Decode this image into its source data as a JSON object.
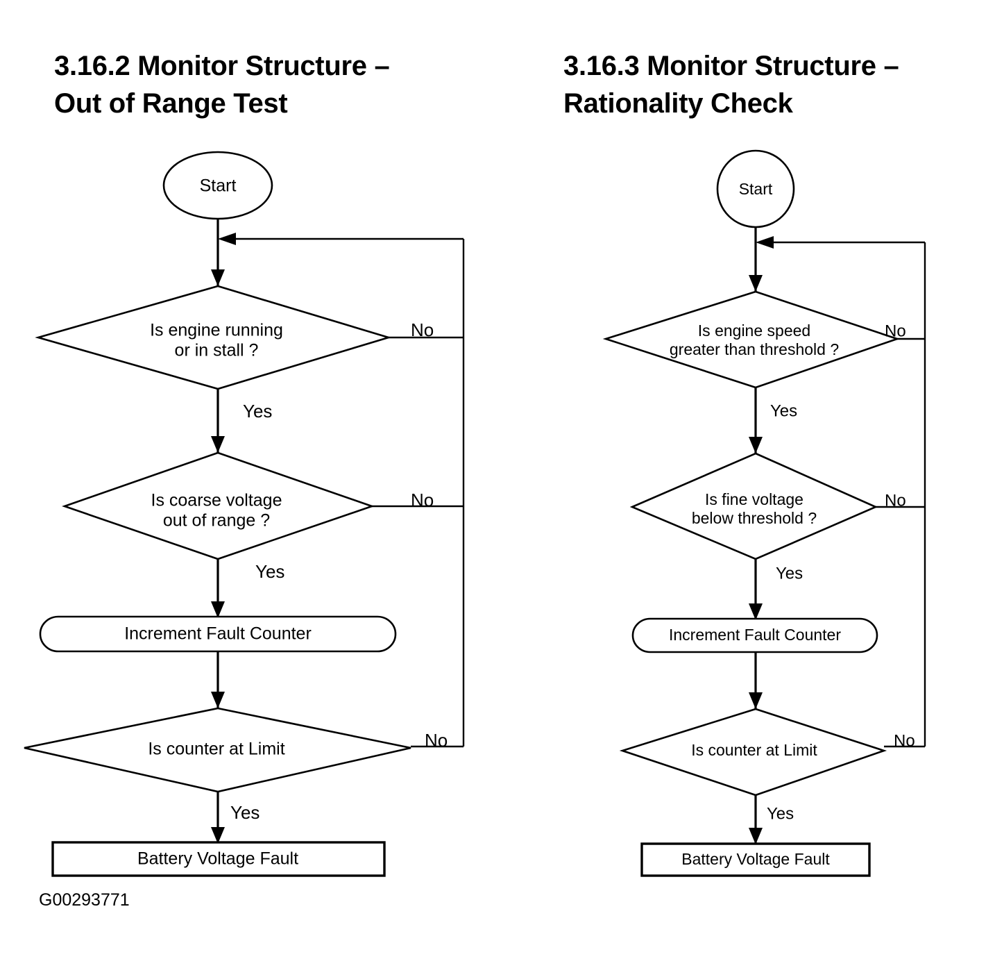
{
  "page": {
    "caption": "G00293771",
    "background_color": "#ffffff",
    "line_color": "#000000"
  },
  "charts": [
    {
      "id": "out-of-range-test",
      "title": "3.16.2 Monitor Structure –\nOut of Range Test",
      "start_shape": "ellipse",
      "start_label": "Start",
      "nodes": [
        {
          "key": "decision1",
          "type": "decision",
          "text_lines": [
            "Is engine running",
            "or in stall ?"
          ]
        },
        {
          "key": "decision2",
          "type": "decision",
          "text_lines": [
            "Is coarse voltage",
            "out of range ?"
          ]
        },
        {
          "key": "process1",
          "type": "stadium",
          "text_lines": [
            "Increment Fault Counter"
          ]
        },
        {
          "key": "decision3",
          "type": "decision",
          "text_lines": [
            "Is counter at Limit"
          ]
        },
        {
          "key": "terminal",
          "type": "rectangle",
          "text_lines": [
            "Battery Voltage Fault"
          ]
        }
      ],
      "edge_labels": {
        "d1_no": "No",
        "d1_yes": "Yes",
        "d2_no": "No",
        "d2_yes": "Yes",
        "d3_no": "No",
        "d3_yes": "Yes"
      }
    },
    {
      "id": "rationality-check",
      "title": "3.16.3 Monitor Structure –\nRationality Check",
      "start_shape": "circle",
      "start_label": "Start",
      "nodes": [
        {
          "key": "decision1",
          "type": "decision",
          "text_lines": [
            "Is engine speed",
            "greater than threshold ?"
          ]
        },
        {
          "key": "decision2",
          "type": "decision",
          "text_lines": [
            "Is fine voltage",
            "below threshold ?"
          ]
        },
        {
          "key": "process1",
          "type": "stadium",
          "text_lines": [
            "Increment Fault Counter"
          ]
        },
        {
          "key": "decision3",
          "type": "decision",
          "text_lines": [
            "Is counter at Limit"
          ]
        },
        {
          "key": "terminal",
          "type": "rectangle",
          "text_lines": [
            "Battery Voltage Fault"
          ]
        }
      ],
      "edge_labels": {
        "d1_no": "No",
        "d1_yes": "Yes",
        "d2_no": "No",
        "d2_yes": "Yes",
        "d3_no": "No",
        "d3_yes": "Yes"
      }
    }
  ]
}
